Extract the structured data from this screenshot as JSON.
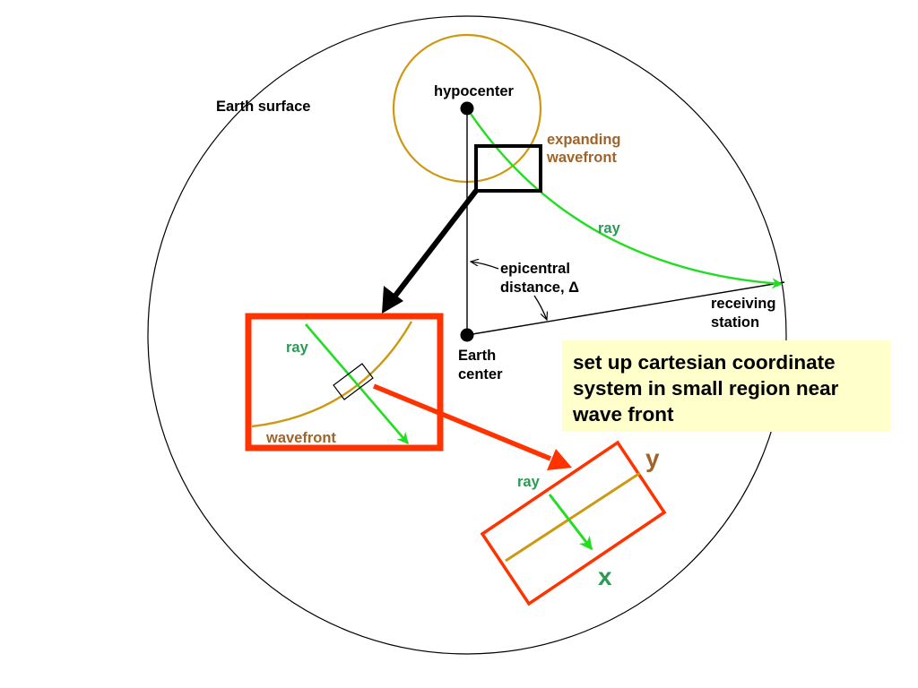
{
  "labels": {
    "earth_surface": "Earth surface",
    "hypocenter": "hypocenter",
    "expanding_line1": "expanding",
    "expanding_line2": "wavefront",
    "ray_main": "ray",
    "epicentral_line1": "epicentral",
    "epicentral_line2": "distance, Δ",
    "receiving_line1": "receiving",
    "receiving_line2": "station",
    "earth_center_line1": "Earth",
    "earth_center_line2": "center",
    "ray_zoom": "ray",
    "wavefront_zoom": "wavefront",
    "ray_local": "ray",
    "axis_y": "y",
    "axis_x": "x"
  },
  "note": {
    "text": "set up cartesian coordinate system in small region near wave front"
  },
  "colors": {
    "ray": "#22dd22",
    "ray_label": "#2a9a55",
    "wavefront": "#cc9911",
    "wavefront_label": "#a0642a",
    "zoom_box": "#ff3300",
    "note_bg": "#ffffcc",
    "outline": "#000000"
  }
}
